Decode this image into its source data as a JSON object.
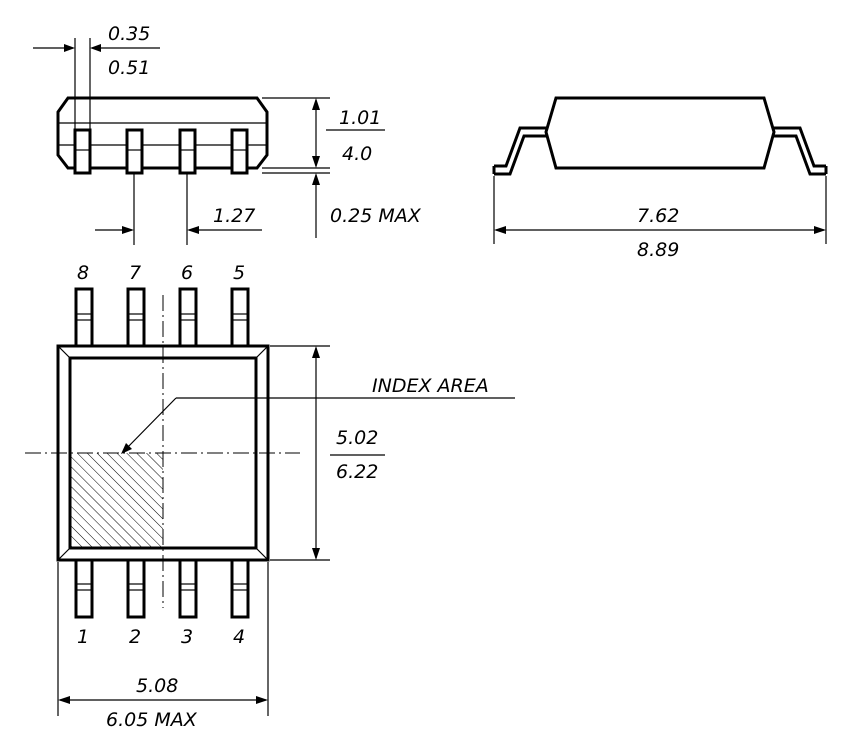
{
  "dimensions": {
    "lead_width_min": "0.35",
    "lead_width_max": "0.51",
    "body_height_min": "1.01",
    "body_height_max": "4.0",
    "standoff": "0.25 MAX",
    "pitch": "1.27",
    "lead_span_min": "7.62",
    "lead_span_max": "8.89",
    "body_width_min": "5.02",
    "body_width_max": "6.22",
    "body_length_min": "5.08",
    "body_length_max": "6.05 MAX"
  },
  "labels": {
    "index_area": "INDEX AREA"
  },
  "pins": {
    "top": [
      "8",
      "7",
      "6",
      "5"
    ],
    "bottom": [
      "1",
      "2",
      "3",
      "4"
    ]
  }
}
